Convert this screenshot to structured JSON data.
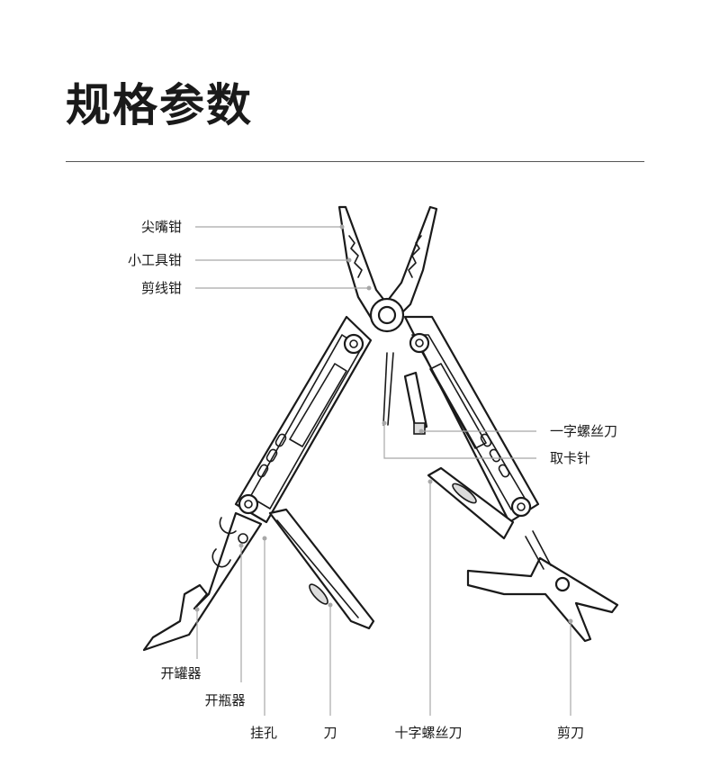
{
  "heading": "规格参数",
  "labels": {
    "needle_nose_pliers": "尖嘴钳",
    "small_tool_pliers": "小工具钳",
    "wire_cutter": "剪线钳",
    "flathead_screwdriver": "一字螺丝刀",
    "sim_pin": "取卡针",
    "can_opener": "开罐器",
    "bottle_opener": "开瓶器",
    "hanging_hole": "挂孔",
    "knife": "刀",
    "phillips_screwdriver": "十字螺丝刀",
    "scissors": "剪刀"
  }
}
